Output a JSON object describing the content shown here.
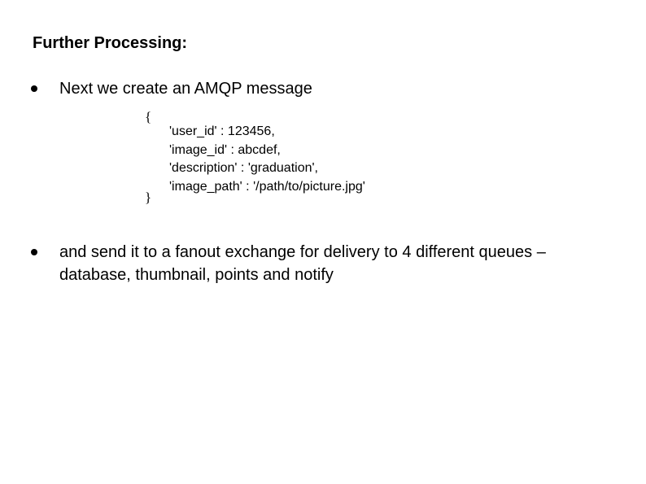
{
  "slide": {
    "title": "Further Processing:",
    "bullets": [
      {
        "text": "Next we create an AMQP message"
      },
      {
        "text": "and send it to a fanout exchange for delivery to 4 different queues – database, thumbnail, points and notify"
      }
    ],
    "message": {
      "open_brace": "{",
      "close_brace": "}",
      "lines": [
        "'user_id' : 123456,",
        "'image_id' : abcdef,",
        "'description' : 'graduation',",
        "'image_path' : '/path/to/picture.jpg'"
      ]
    }
  }
}
